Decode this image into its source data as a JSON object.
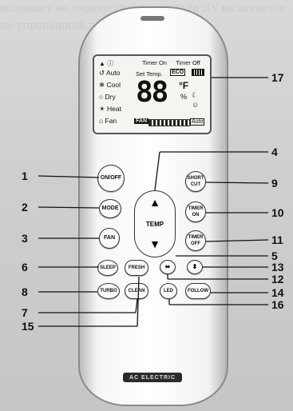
{
  "background_text": "вызывает на экране дисплея пульта ДУ\nвызывается по упрощённой программе",
  "lcd": {
    "icons_top": "▲ ⓘ",
    "timer_on": "Timer On",
    "timer_off": "Timer Off",
    "modes": [
      "Auto",
      "Cool",
      "Dry",
      "Heat",
      "Fan"
    ],
    "mode_icons": [
      "↺",
      "❄",
      "○",
      "☀",
      "⌂"
    ],
    "set_temp": "Set Temp.",
    "eco": "ECO",
    "digits": "88",
    "unit": "°F",
    "fan_label": "FAN",
    "fan_auto": "Auto"
  },
  "buttons": {
    "on_off": "ON/OFF",
    "mode": "MODE",
    "fan": "FAN",
    "sleep": "SLEEP",
    "fresh": "FRESH",
    "turbo": "TURBO",
    "clean": "CLEAN",
    "short_cut": "SHORT CUT",
    "timer_on": "TIMER ON",
    "timer_off": "TIMER OFF",
    "temp": "TEMP",
    "led": "LED",
    "follow": "FOLLOW",
    "swing_left": "⬌",
    "swing_right": "⬍"
  },
  "logo": "AC ELECTRIC",
  "callouts": [
    "1",
    "2",
    "3",
    "4",
    "5",
    "6",
    "7",
    "8",
    "9",
    "10",
    "11",
    "12",
    "13",
    "14",
    "15",
    "16",
    "17"
  ],
  "colors": {
    "body": "#ffffff",
    "ink": "#111111",
    "lcd": "#f4f4f0"
  }
}
